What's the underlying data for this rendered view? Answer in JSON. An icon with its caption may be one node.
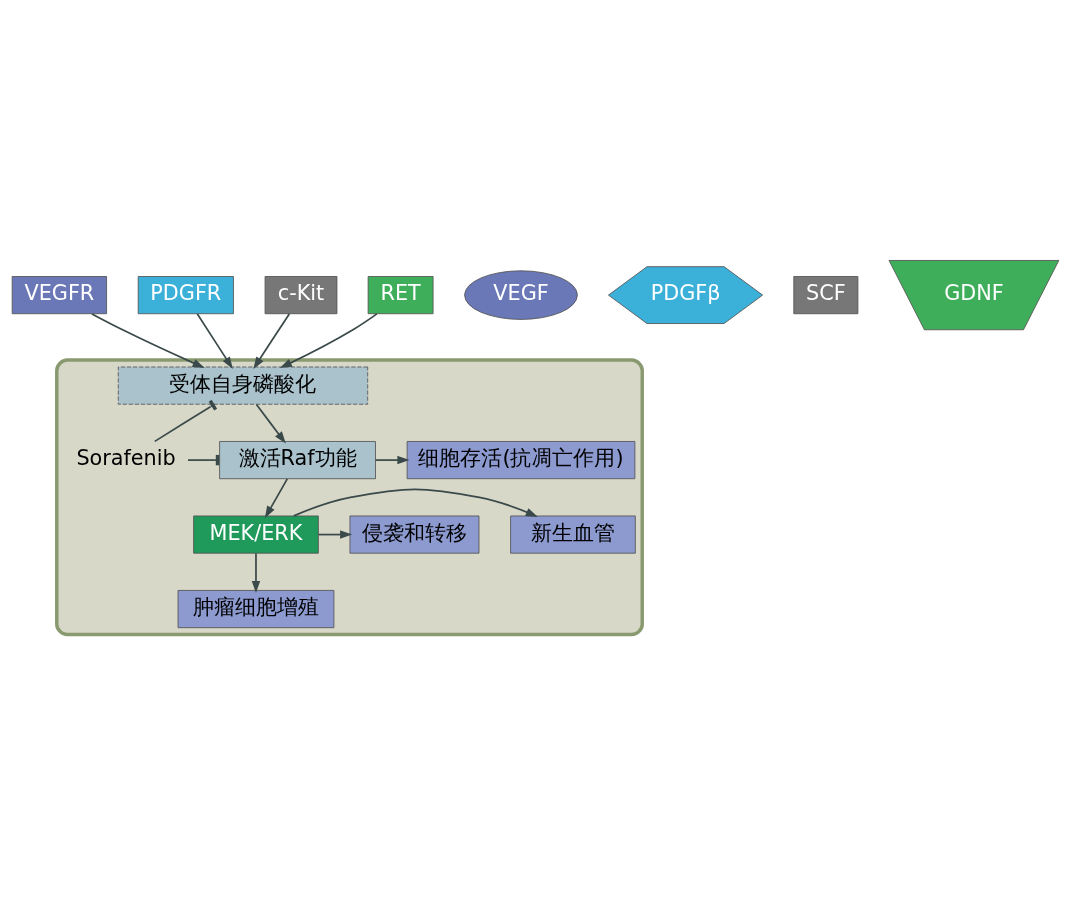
{
  "diagram": {
    "nodes": [
      {
        "text": [],
        "shape": "box"
      },
      {
        "text": [
          "VEGF"
        ]
      },
      {
        "text": [
          "PDGFβ"
        ]
      },
      {
        "text": [
          "SCF"
        ]
      },
      {
        "text": [
          "GDNF"
        ]
      },
      {
        "text": [
          "VEGFR"
        ]
      },
      {
        "text": [
          "PDGFR"
        ]
      },
      {
        "text": [
          "c-Kit"
        ]
      },
      {
        "text": [
          "RET"
        ]
      },
      {
        "text": [
          "受体自身磷酸化"
        ],
        "in": 0
      },
      {
        "text": [
          "Sorafenib"
        ],
        "in": 0
      },
      {
        "text": [
          "激活Raf功能"
        ],
        "in": 0
      },
      {
        "text": [
          "细胞存活(抗凋亡作用)"
        ],
        "in": 0
      },
      {
        "text": [
          "新生血管"
        ],
        "in": 0
      },
      {
        "text": [
          "MEK/ERK"
        ],
        "in": 0
      },
      {
        "text": [
          "侵袭和转移"
        ],
        "in": 0
      },
      {
        "text": [
          "肿瘤细胞增殖"
        ],
        "in": 0
      }
    ],
    "edges": [
      {
        "from": 5,
        "to": 9,
        "arrow": "to"
      },
      {
        "from": 6,
        "to": 9,
        "arrow": "to"
      },
      {
        "from": 7,
        "to": 9,
        "arrow": "to"
      },
      {
        "from": 8,
        "to": 9,
        "arrow": "to"
      },
      {
        "from": 10,
        "to": 9,
        "arrow": "other"
      },
      {
        "from": 9,
        "to": 11,
        "arrow": "to"
      },
      {
        "from": 10,
        "to": 11,
        "arrow": "other"
      },
      {
        "from": 11,
        "to": 12,
        "arrow": "to"
      },
      {
        "from": 11,
        "to": 14,
        "arrow": "to"
      },
      {
        "from": 14,
        "to": 13,
        "arrow": "to"
      },
      {
        "from": 14,
        "to": 15,
        "arrow": "to"
      },
      {
        "from": 14,
        "to": 16,
        "arrow": "to"
      }
    ]
  }
}
